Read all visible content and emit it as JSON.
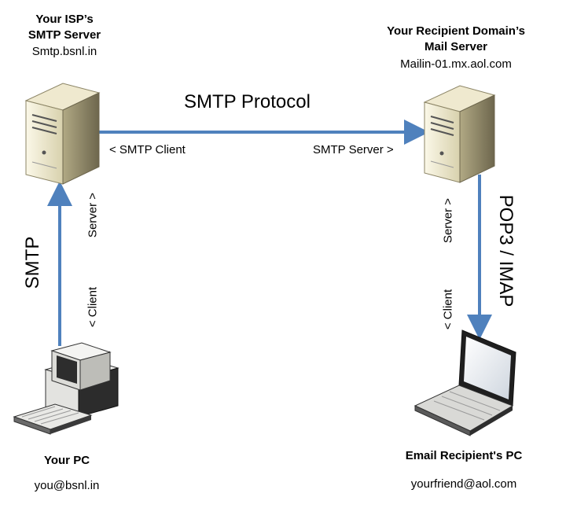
{
  "isp_server": {
    "title_line1": "Your ISP’s",
    "title_line2": "SMTP Server",
    "host": "Smtp.bsnl.in"
  },
  "recipient_server": {
    "title_line1": "Your Recipient Domain’s",
    "title_line2": "Mail Server",
    "host": "Mailin-01.mx.aol.com"
  },
  "smtp_link": {
    "protocol_label": "SMTP Protocol",
    "client_label": "< SMTP Client",
    "server_label": "SMTP Server >"
  },
  "left_link": {
    "protocol_label": "SMTP",
    "server_label": "Server >",
    "client_label": "< Client"
  },
  "right_link": {
    "protocol_label": "POP3 / IMAP",
    "server_label": "Server >",
    "client_label": "< Client"
  },
  "your_pc": {
    "title": "Your PC",
    "address": "you@bsnl.in"
  },
  "recipient_pc": {
    "title": "Email Recipient's PC",
    "address": "yourfriend@aol.com"
  },
  "colors": {
    "arrow": "#4f81bd",
    "server_body": "#e8e3c8",
    "server_shadow": "#8c8566"
  }
}
